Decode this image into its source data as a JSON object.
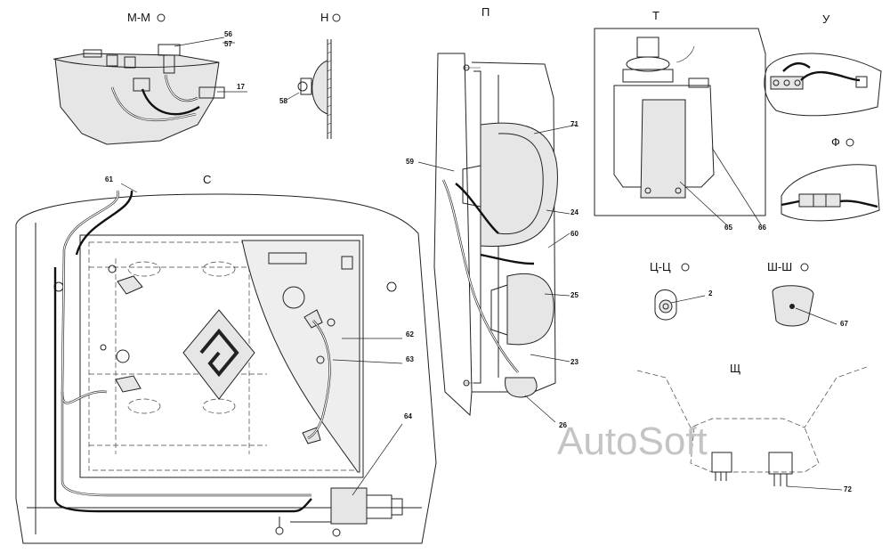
{
  "views": {
    "mm": "М-М",
    "n": "Н",
    "p": "П",
    "t": "Т",
    "u": "У",
    "f": "Ф",
    "s": "С",
    "tsts": "Ц-Ц",
    "shsh": "Ш-Ш",
    "shch": "Щ"
  },
  "callouts": {
    "c56": "56",
    "c57": "57",
    "c17": "17",
    "c58": "58",
    "c71": "71",
    "c59": "59",
    "c24": "24",
    "c60": "60",
    "c25": "25",
    "c23": "23",
    "c26": "26",
    "c65": "65",
    "c66": "66",
    "c2": "2",
    "c67": "67",
    "c72": "72",
    "c61": "61",
    "c62": "62",
    "c63": "63",
    "c64": "64"
  },
  "watermark": "AutoSoft",
  "icons": {
    "section_marker": "circle-icon",
    "bolt": "bolt-icon"
  }
}
